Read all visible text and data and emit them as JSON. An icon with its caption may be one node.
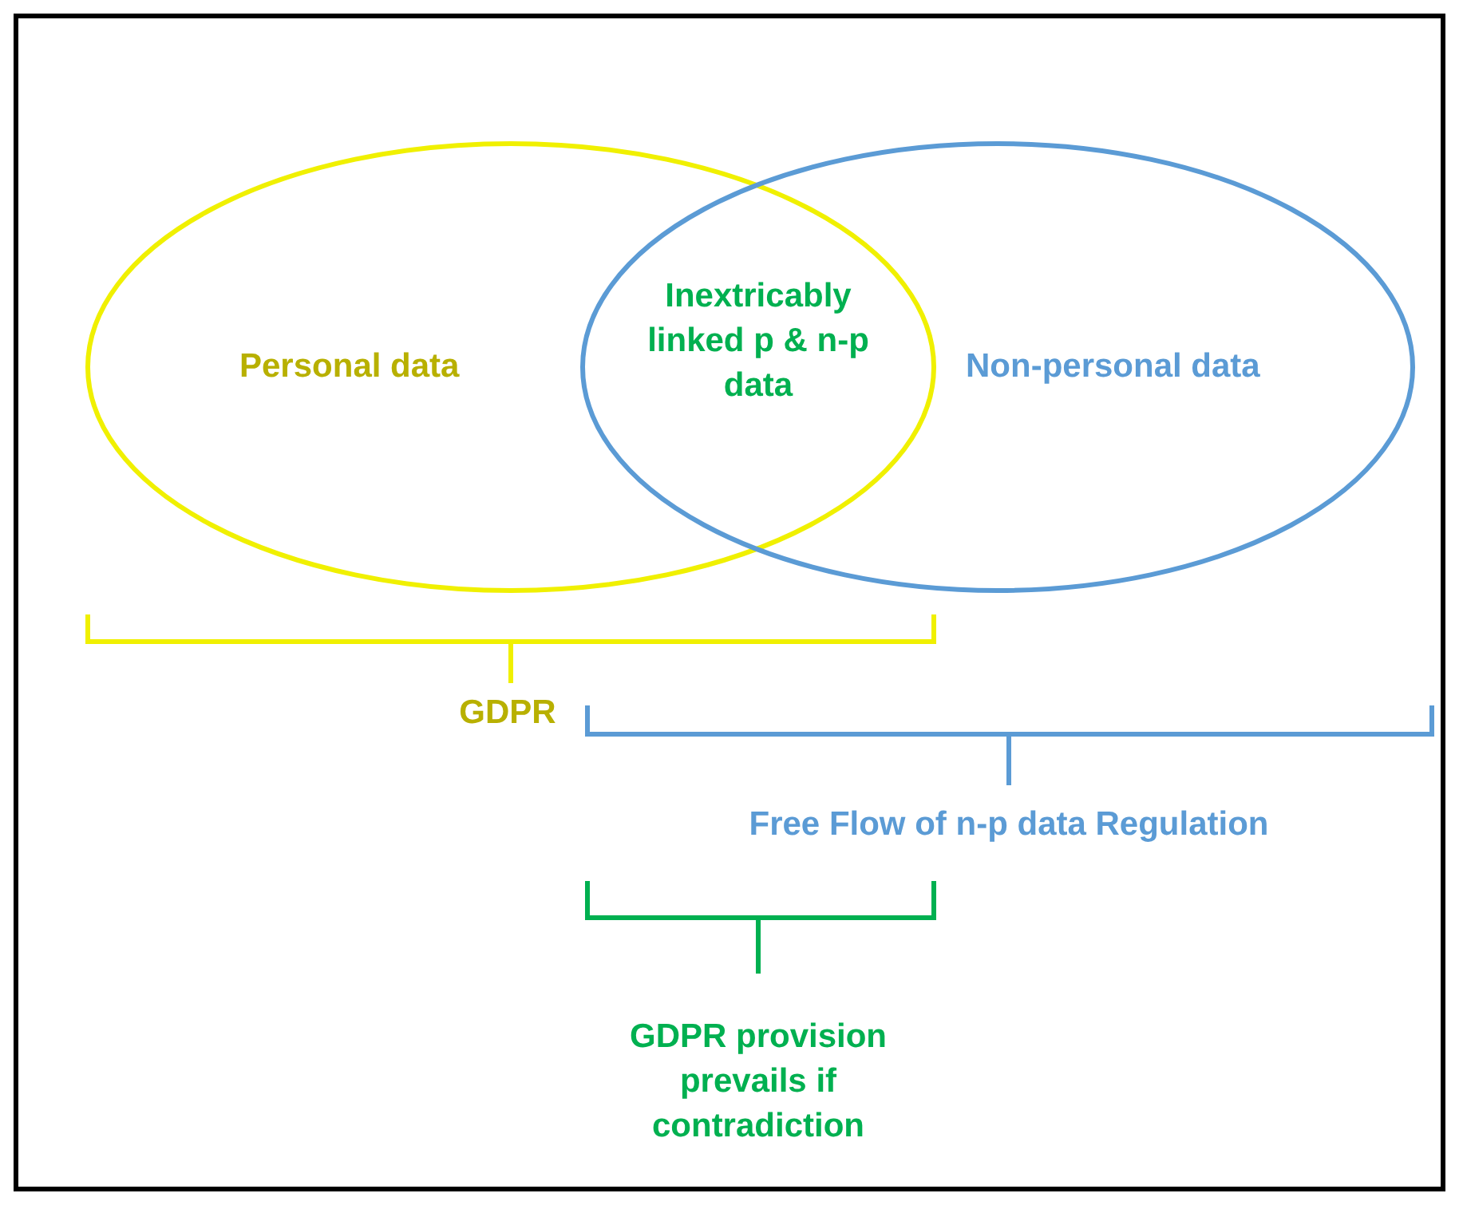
{
  "diagram": {
    "nodes": [
      {
        "text": [
          "Personal data"
        ]
      },
      {
        "text": [
          "Non-personal data"
        ]
      }
    ],
    "labels": [
      "Inextricably linked p & n-p data",
      "GDPR",
      "Free Flow of n-p data Regulation",
      "GDPR provision prevails if contradiction"
    ]
  }
}
